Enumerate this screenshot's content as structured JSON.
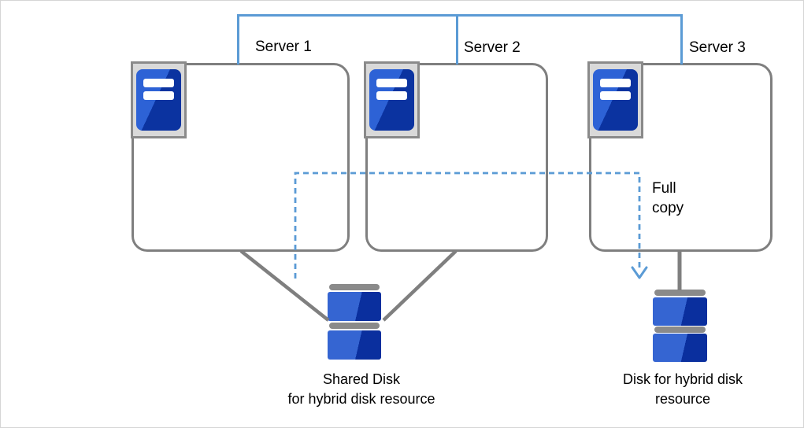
{
  "diagram": {
    "type": "cluster-architecture-diagram",
    "colors": {
      "accent_blue_line": "#5b9bd5",
      "box_border_gray": "#7f7f7f",
      "icon_frame_gray": "#8a8a8a",
      "icon_frame_fill": "#d9d9d9",
      "icon_blue_light": "#2d62d6",
      "icon_blue_dark": "#0b33a0",
      "text_black": "#000000"
    }
  },
  "servers": [
    {
      "label": "Server 1",
      "icon": "server-icon"
    },
    {
      "label": "Server 2",
      "icon": "server-icon"
    },
    {
      "label": "Server 3",
      "icon": "server-icon"
    }
  ],
  "connections": {
    "full_copy_label": "Full copy",
    "full_copy_arrow_icon": "dashed-arrow-down-icon",
    "interconnect_icon": "network-link-line",
    "disk_link_icon": "gray-connector-line"
  },
  "disks": [
    {
      "label": "Shared Disk\nfor hybrid disk resource",
      "icon": "disk-stack-icon"
    },
    {
      "label": "Disk for hybrid disk resource",
      "icon": "disk-stack-icon"
    }
  ]
}
